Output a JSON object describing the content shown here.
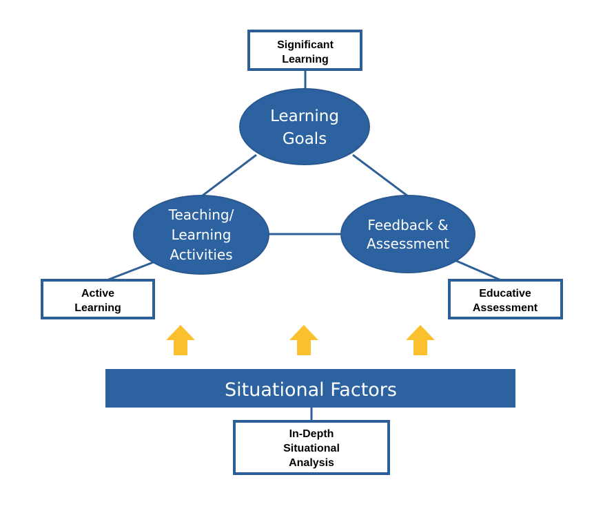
{
  "colors": {
    "node_fill": "#2C62A0",
    "connector": "#2E5F96",
    "box_border": "#2C5E99",
    "arrow": "#FBC02D",
    "background": "#ffffff"
  },
  "boxes": {
    "significant_learning": {
      "line1": "Significant",
      "line2": "Learning"
    },
    "active_learning": {
      "line1": "Active",
      "line2": "Learning"
    },
    "educative_assessment": {
      "line1": "Educative",
      "line2": "Assessment"
    },
    "situational_analysis": {
      "line1": "In-Depth",
      "line2": "Situational",
      "line3": "Analysis"
    }
  },
  "nodes": {
    "learning_goals": {
      "line1": "Learning",
      "line2": "Goals"
    },
    "teaching_learning_activities": {
      "line1": "Teaching/",
      "line2": "Learning",
      "line3": "Activities"
    },
    "feedback_assessment": {
      "line1": "Feedback &",
      "line2": "Assessment"
    }
  },
  "banner": {
    "label": "Situational Factors"
  },
  "arrows": {
    "count": 3,
    "direction": "up",
    "icon": "up-arrow-icon"
  }
}
